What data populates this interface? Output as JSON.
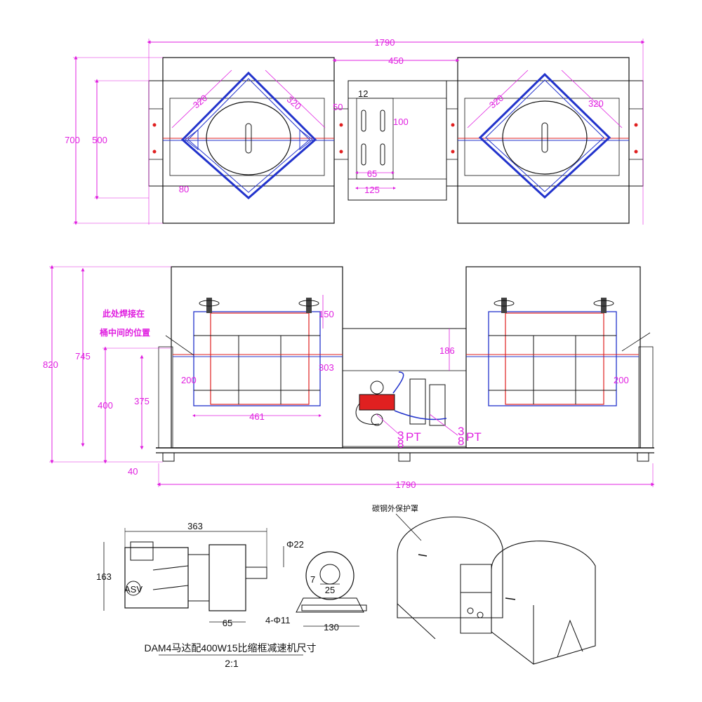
{
  "top_view": {
    "dim_overall_width": "1790",
    "dim_gap": "450",
    "dim_height_outer": "700",
    "dim_height_inner": "500",
    "dim_left_a": "320",
    "dim_left_b": "320",
    "dim_right_a": "320",
    "dim_right_b": "320",
    "dim_80": "80",
    "dim_12": "12",
    "dim_50": "50",
    "dim_100": "100",
    "dim_65": "65",
    "dim_125": "125"
  },
  "front_view": {
    "note_line1": "此处焊接在",
    "note_line2": "桶中间的位置",
    "dim_820": "820",
    "dim_745": "745",
    "dim_400": "400",
    "dim_375": "375",
    "dim_200_left": "200",
    "dim_200_right": "200",
    "dim_150": "150",
    "dim_186": "186",
    "dim_303": "303",
    "dim_461": "461",
    "dim_40": "40",
    "dim_overall_width": "1790",
    "pt_left_num": "3",
    "pt_left_text": "PT",
    "pt_left_num2": "8",
    "pt_right_num": "3",
    "pt_right_text": "PT",
    "pt_right_num2": "8"
  },
  "motor_view": {
    "dim_length": "363",
    "dim_shaft": "Φ22",
    "dim_height": "163",
    "dim_7": "7",
    "dim_25": "25",
    "dim_65": "65",
    "dim_130": "130",
    "dim_holes": "4-Φ11",
    "caption": "DAM4马达配400W15比缩框减速机尺寸",
    "scale": "2:1"
  },
  "iso_view": {
    "label": "碳钢外保护罩"
  },
  "colors": {
    "dimension": "#e020e0",
    "blue": "#2233cc",
    "red": "#e02020",
    "outline": "#111111"
  }
}
